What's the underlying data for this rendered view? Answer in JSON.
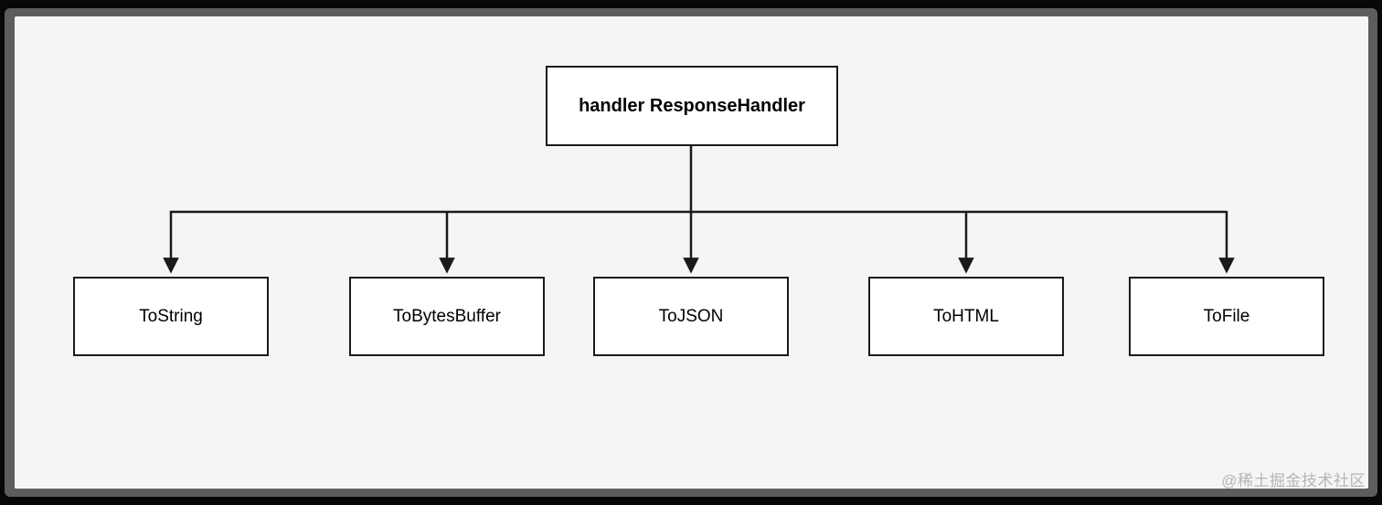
{
  "diagram": {
    "root": {
      "label": "handler ResponseHandler"
    },
    "children": [
      {
        "label": "ToString"
      },
      {
        "label": "ToBytesBuffer"
      },
      {
        "label": "ToJSON"
      },
      {
        "label": "ToHTML"
      },
      {
        "label": "ToFile"
      }
    ]
  },
  "watermark": "@稀土掘金技术社区",
  "colors": {
    "canvas": "#f5f5f6",
    "frame": "#5d5d5d",
    "outer_edge": "#080808",
    "node_fill": "#ffffff",
    "node_border": "#1a1a1a",
    "connector": "#1a1a1a",
    "watermark_text": "#b5b5b5"
  }
}
